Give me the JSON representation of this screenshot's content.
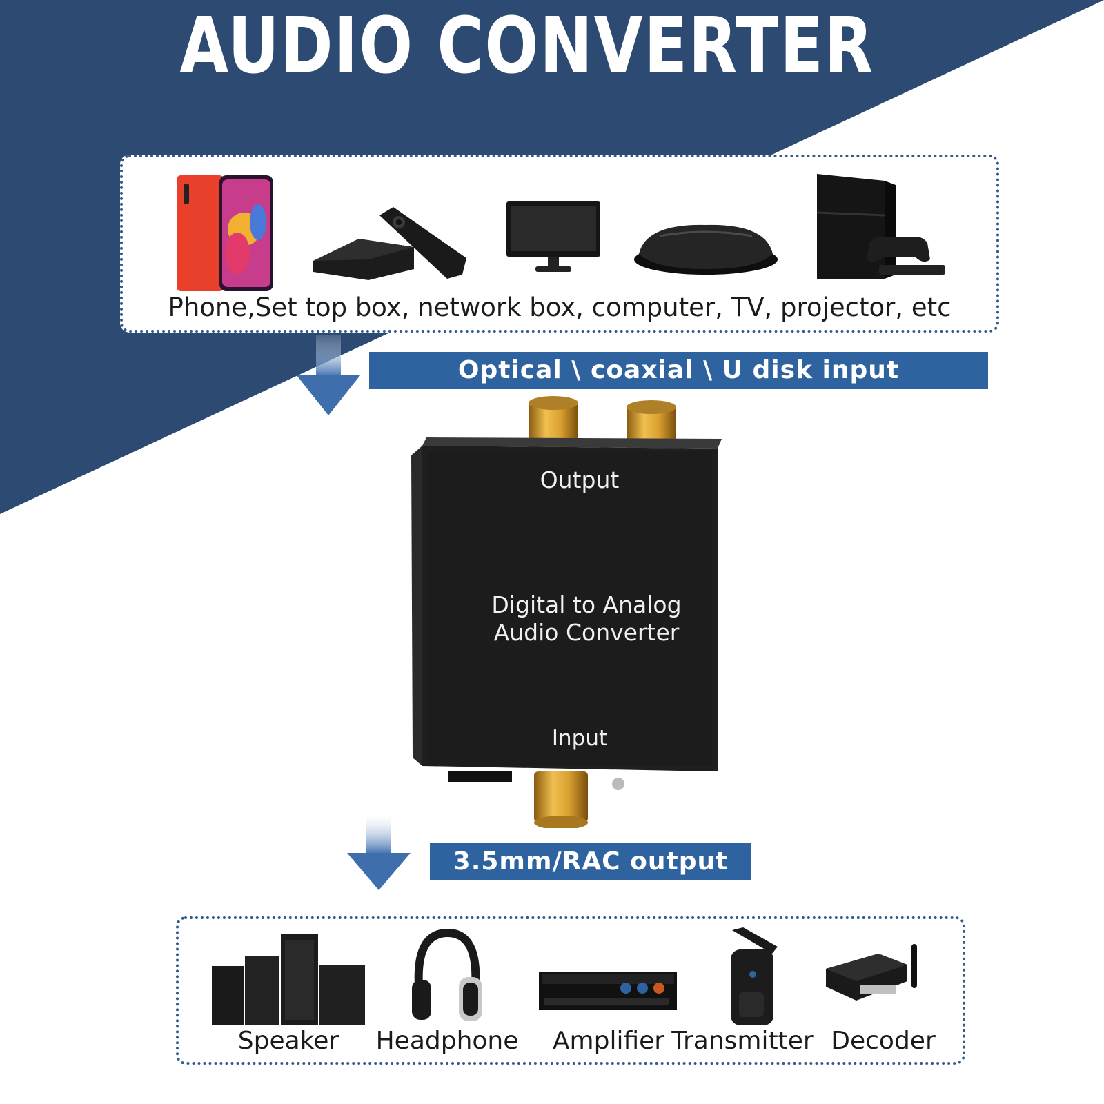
{
  "title": "AUDIO CONVERTER",
  "colors": {
    "background_blue": "#2c4a72",
    "banner_blue": "#2f63a0",
    "dotted_border": "#2e5a8c"
  },
  "sources": {
    "caption": "Phone,Set top box, network box, computer, TV, projector, etc",
    "devices": [
      "phone-icon",
      "set-top-box-icon",
      "monitor-icon",
      "network-box-icon",
      "game-console-icon"
    ]
  },
  "input_banner": "Optical \\ coaxial \\ U disk input",
  "converter": {
    "output_label": "Output",
    "title_line1": "Digital to Analog",
    "title_line2": "Audio Converter",
    "input_label": "Input"
  },
  "output_banner": "3.5mm/RAC output",
  "targets": [
    {
      "label": "Speaker",
      "icon": "speaker-icon"
    },
    {
      "label": "Headphone",
      "icon": "headphone-icon"
    },
    {
      "label": "Amplifier",
      "icon": "amplifier-icon"
    },
    {
      "label": "Transmitter",
      "icon": "transmitter-icon"
    },
    {
      "label": "Decoder",
      "icon": "decoder-icon"
    }
  ]
}
